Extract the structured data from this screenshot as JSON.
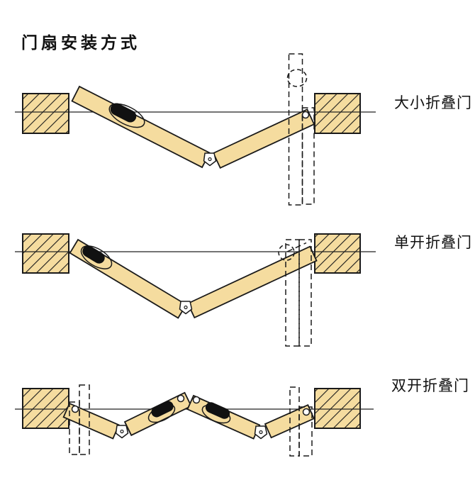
{
  "title": "门扇安装方式",
  "colors": {
    "panel": "#F5DC9F",
    "ink": "#1A1A1A",
    "handle": "#111111",
    "line": "#222222",
    "bg": "#FFFFFF"
  },
  "diagrams": [
    {
      "id": "daxiao-zhediemen",
      "label": "大小折叠门"
    },
    {
      "id": "dankai-zhediemen",
      "label": "单开折叠门"
    },
    {
      "id": "shuangkai-zhediemen",
      "label": "双开折叠门"
    }
  ]
}
